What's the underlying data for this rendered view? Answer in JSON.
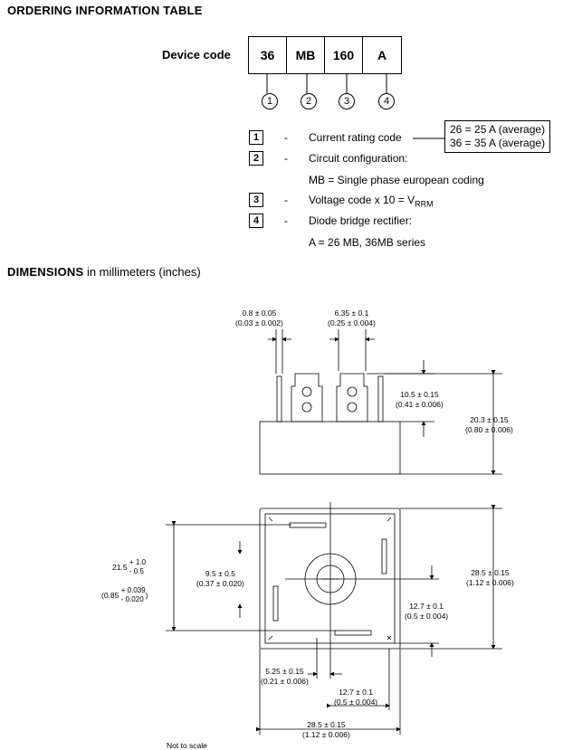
{
  "ordering": {
    "title": "ORDERING INFORMATION TABLE",
    "device_code_label": "Device code",
    "cells": [
      "36",
      "MB",
      "160",
      "A"
    ],
    "numbers": [
      "1",
      "2",
      "3",
      "4"
    ],
    "items": [
      {
        "num": "1",
        "dash": "-",
        "text": "Current rating code"
      },
      {
        "num": "2",
        "dash": "-",
        "text": "Circuit configuration:"
      },
      {
        "num": "",
        "dash": "",
        "text": "MB = Single phase european coding"
      },
      {
        "num": "3",
        "dash": "-",
        "text": "Voltage code x 10 = V",
        "sub": "RRM"
      },
      {
        "num": "4",
        "dash": "-",
        "text": "Diode bridge rectifier:"
      },
      {
        "num": "",
        "dash": "",
        "text": "A = 26 MB, 36MB series"
      }
    ],
    "rating_box": [
      "26 = 25 A (average)",
      "36 = 35 A (average)"
    ]
  },
  "dimensions": {
    "title_bold": "DIMENSIONS",
    "title_rest": " in millimeters (inches)",
    "d1": [
      "0.8 ± 0.05",
      "(0.03 ± 0.002)"
    ],
    "d2": [
      "6.35 ± 0.1",
      "(0.25 ± 0.004)"
    ],
    "d3": [
      "10.5 ± 0.15",
      "(0.41 ± 0.006)"
    ],
    "d4": [
      "20.3 ± 0.15",
      "(0.80 ± 0.006)"
    ],
    "d5": {
      "main": "21.5",
      "plus": "+ 1.0",
      "minus": "- 0.5",
      "inch_main": "(0.85",
      "inch_plus": "+ 0.039",
      "inch_minus": "- 0.020",
      "inch_close": ")"
    },
    "d6": [
      "9.5 ± 0.5",
      "(0.37 ± 0.020)"
    ],
    "d7": [
      "28.5 ± 0.15",
      "(1.12 ± 0.006)"
    ],
    "d8": [
      "12.7 ± 0.1",
      "(0.5 ± 0.004)"
    ],
    "d9": [
      "5.25 ± 0.15",
      "(0.21 ± 0.006)"
    ],
    "d10": [
      "12.7 ± 0.1",
      "(0.5 ± 0.004)"
    ],
    "d11": [
      "28.5 ± 0.15",
      "(1.12 ± 0.006)"
    ],
    "not_to_scale": "Not to scale"
  }
}
